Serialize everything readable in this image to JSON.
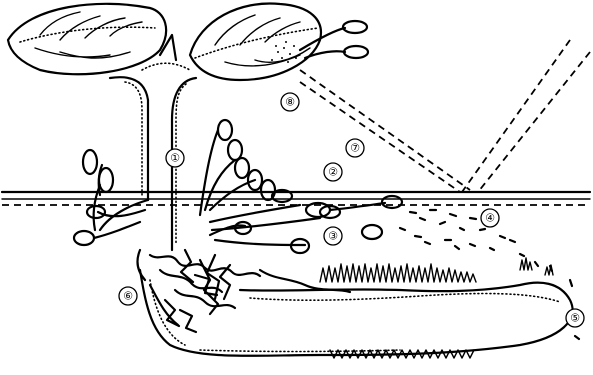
{
  "diagram": {
    "markers": [
      {
        "id": "marker-1",
        "label": "①"
      },
      {
        "id": "marker-2",
        "label": "②"
      },
      {
        "id": "marker-3",
        "label": "③"
      },
      {
        "id": "marker-4",
        "label": "④"
      },
      {
        "id": "marker-5",
        "label": "⑤"
      },
      {
        "id": "marker-6",
        "label": "⑥"
      },
      {
        "id": "marker-7",
        "label": "⑦"
      },
      {
        "id": "marker-8",
        "label": "⑧"
      }
    ]
  }
}
